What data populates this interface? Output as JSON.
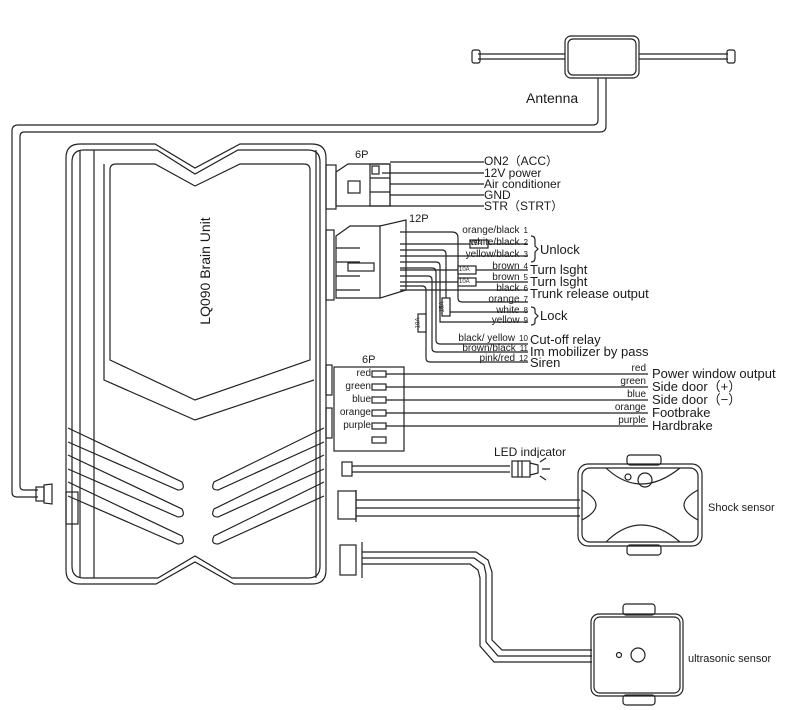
{
  "antenna": {
    "label": "Antenna"
  },
  "brain_unit": {
    "label": "LQ090  Brain Unit"
  },
  "connector_6p_power": {
    "label": "6P",
    "functions": [
      "ON2（ACC）",
      "12V power",
      "Air conditioner",
      "GND",
      "STR（STRT）"
    ]
  },
  "connector_12p": {
    "label": "12P",
    "wires": [
      {
        "color": "orange/black",
        "pin": "1"
      },
      {
        "color": "white/black",
        "pin": "2",
        "fuse": "15A"
      },
      {
        "color": "yellow/black",
        "pin": "3"
      },
      {
        "color": "brown",
        "pin": "4",
        "fuse": "10A",
        "function": "Turn lsght"
      },
      {
        "color": "brown",
        "pin": "5",
        "fuse": "10A",
        "function": "Turn lsght"
      },
      {
        "color": "black",
        "pin": "6",
        "function": "Trunk release output"
      },
      {
        "color": "orange",
        "pin": "7"
      },
      {
        "color": "white",
        "pin": "8"
      },
      {
        "color": "yellow",
        "pin": "9"
      },
      {
        "color": "black/ yellow",
        "pin": "10",
        "function": "Cut-off relay"
      },
      {
        "color": "brown/black",
        "pin": "11",
        "function": "Im  mobilizer by pass"
      },
      {
        "color": "pink/red",
        "pin": "12",
        "function": "Siren"
      }
    ],
    "groups": {
      "unlock": "Unlock",
      "lock": "Lock"
    },
    "extra_fuses": [
      "15A",
      "10A"
    ]
  },
  "connector_6p_io": {
    "label": "6P",
    "wires": [
      {
        "color": "red",
        "function": "Power window output"
      },
      {
        "color": "green",
        "function": "Side door（+）"
      },
      {
        "color": "blue",
        "function": "Side door（−）"
      },
      {
        "color": "orange",
        "function": "Footbrake"
      },
      {
        "color": "purple",
        "function": "Hardbrake"
      }
    ]
  },
  "led_indicator": {
    "label": "LED indicator"
  },
  "shock_sensor": {
    "label": "Shock sensor"
  },
  "ultrasonic_sensor": {
    "label": "ultrasonic sensor"
  }
}
